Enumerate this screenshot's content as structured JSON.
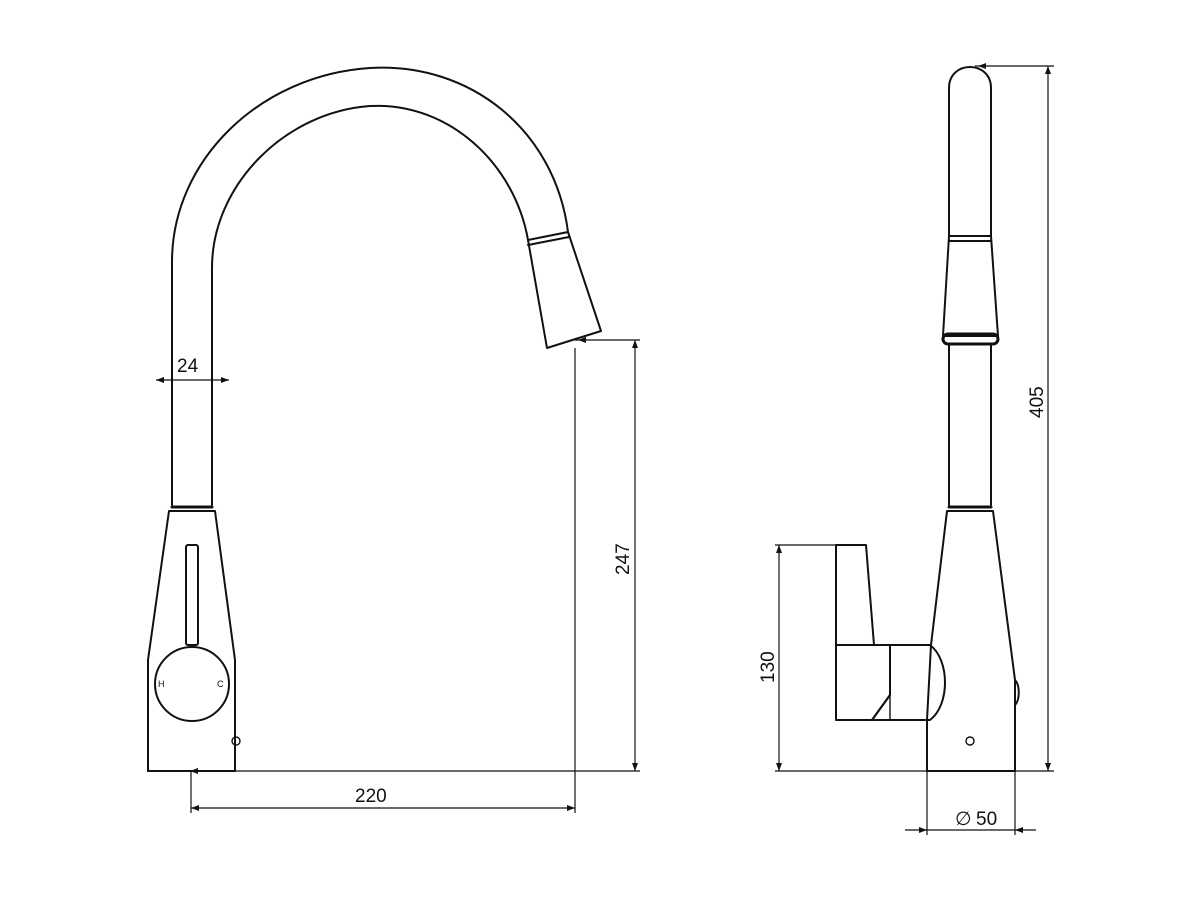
{
  "front_view": {
    "hot_label": "H",
    "cold_label": "C"
  },
  "dimensions": {
    "spout_width": "24",
    "reach": "220",
    "spout_height": "247",
    "total_height": "405",
    "lever_height": "130",
    "base_diameter_symbol": "∅",
    "base_diameter": "50"
  }
}
